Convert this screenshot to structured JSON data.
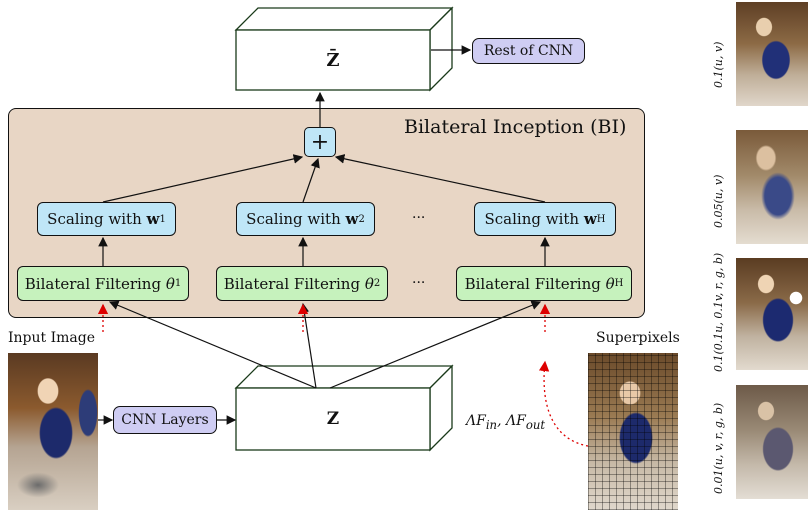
{
  "top_block": {
    "label": "Z̄"
  },
  "rest_of_cnn": {
    "label": "Rest of CNN"
  },
  "bi_panel": {
    "title": "Bilateral Inception (BI)"
  },
  "plus": {
    "label": "+"
  },
  "scaling": [
    {
      "prefix": "Scaling with ",
      "var": "w",
      "sup": "1"
    },
    {
      "prefix": "Scaling with ",
      "var": "w",
      "sup": "2"
    },
    {
      "prefix": "Scaling with ",
      "var": "w",
      "sup": "H"
    }
  ],
  "filtering": [
    {
      "prefix": "Bilateral Filtering ",
      "var": "θ",
      "sup": "1"
    },
    {
      "prefix": "Bilateral Filtering ",
      "var": "θ",
      "sup": "2"
    },
    {
      "prefix": "Bilateral Filtering ",
      "var": "θ",
      "sup": "H"
    }
  ],
  "ellipsis": "···",
  "input_image": {
    "label": "Input Image"
  },
  "cnn_layers": {
    "label": "CNN Layers"
  },
  "bottom_block": {
    "label": "Z"
  },
  "lambda_label": "ΛF_in, ΛF_out",
  "lambda": {
    "base1": "ΛF",
    "sub1": "in",
    "sep": ", ",
    "base2": "ΛF",
    "sub2": "out"
  },
  "superpixels": {
    "label": "Superpixels"
  },
  "side_labels": [
    "0.1(u, v)",
    "0.05(u, v)",
    "0.1(0.1u, 0.1v, r, g, b)",
    "0.01(u, v, r, g, b)"
  ],
  "colors": {
    "panel": "#e8d6c5",
    "scaling": "#bfe6f7",
    "filtering": "#c6f2bd",
    "purple": "#cfcdf3",
    "dashed_arrow": "#dd0000",
    "block_stroke": "#1a3a1a"
  }
}
